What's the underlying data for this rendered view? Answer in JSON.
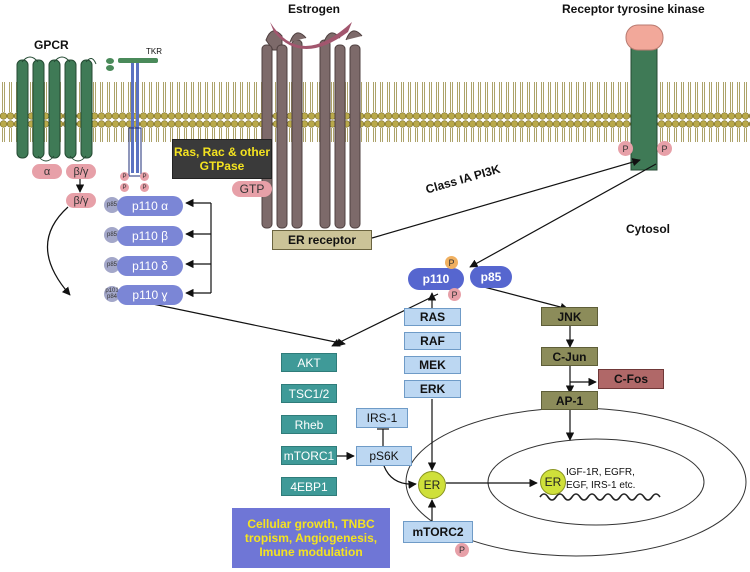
{
  "labels": {
    "estrogen": "Estrogen",
    "receptor_tk": "Receptor tyrosine kinase",
    "gpcr": "GPCR",
    "tkr": "TKR",
    "alpha": "α",
    "beta_gamma_1": "β/γ",
    "beta_gamma_2": "β/γ",
    "gtpase_box": "Ras, Rac & other GTPase",
    "gtp": "GTP",
    "class_ia_pi3k": "Class IA PI3K",
    "cytosol": "Cytosol",
    "er_receptor": "ER receptor",
    "p": "P"
  },
  "pi3k_isoforms": [
    {
      "adapter": "p85",
      "name": "p110 α"
    },
    {
      "adapter": "p85",
      "name": "p110 β"
    },
    {
      "adapter": "p85",
      "name": "p110 δ"
    },
    {
      "adapter": "p101 p84",
      "name": "p110 ɣ"
    }
  ],
  "p110": "p110",
  "p85": "p85",
  "akt_pathway": [
    "AKT",
    "TSC1/2",
    "Rheb",
    "mTORC1",
    "4EBP1"
  ],
  "mapk_pathway": [
    "RAS",
    "RAF",
    "MEK",
    "ERK"
  ],
  "jnk_pathway": {
    "jnk": "JNK",
    "cjun": "C-Jun",
    "cfos": "C-Fos",
    "ap1": "AP-1"
  },
  "irs1": "IRS-1",
  "ps6k": "pS6K",
  "er": "ER",
  "mtorc2": "mTORC2",
  "nucleus_er": "ER",
  "target_genes": [
    "IGF-1R, EGFR,",
    "EGF, IRS-1 etc."
  ],
  "outcome": "Cellular growth, TNBC tropism, Angiogenesis, Imune modulation",
  "colors": {
    "membrane": "#b9a94a",
    "gpcr": "#3f7a56",
    "rtk_body": "#3f7a56",
    "rtk_head": "#f2a89a",
    "er_receptor": "#7d6a6a",
    "estrogen": "#a2566e",
    "isoform": "#7b86d6",
    "teal": "#3f9a98",
    "light_blue": "#bcd7f2",
    "gtpase_box_bg": "#3a3a3a",
    "gtpase_box_text": "#f4e320",
    "outcome_bg": "#6f76d6",
    "outcome_text": "#f4e320",
    "er_circle": "#cfe03a",
    "phosphate": "#e7a0a8",
    "phosphate_orange": "#f0b060"
  }
}
